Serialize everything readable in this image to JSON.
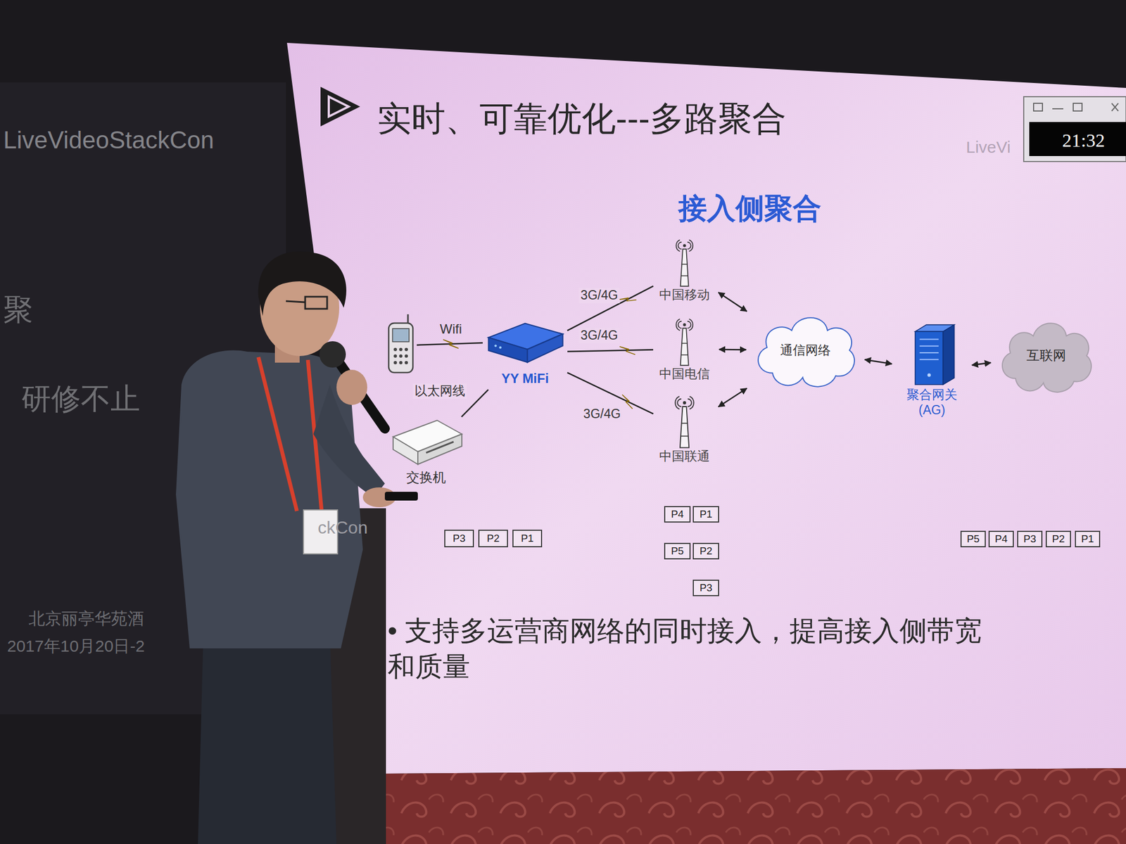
{
  "diagram": {
    "title": "实时、可靠优化---多路聚合",
    "nodes": [
      {
        "text": [
          "YY MiFi"
        ]
      },
      {
        "text": [
          "交换机"
        ]
      },
      {
        "text": [
          "中国移动"
        ]
      },
      {
        "text": [
          "中国电信"
        ]
      },
      {
        "text": [
          "中国联通"
        ]
      },
      {
        "text": [
          "通信网络"
        ]
      },
      {
        "text": [
          "聚合网关 (AG)"
        ]
      },
      {
        "text": [
          "互联网"
        ]
      },
      {
        "text": [
          "P3"
        ]
      },
      {
        "text": [
          "P2"
        ]
      },
      {
        "text": [
          "P1"
        ]
      },
      {
        "text": [
          "P4"
        ]
      },
      {
        "text": [
          "P1"
        ]
      },
      {
        "text": [
          "P5"
        ]
      },
      {
        "text": [
          "P2"
        ]
      },
      {
        "text": [
          "P3"
        ]
      },
      {
        "text": [
          "P5"
        ]
      },
      {
        "text": [
          "P4"
        ]
      },
      {
        "text": [
          "P3"
        ]
      },
      {
        "text": [
          "P2"
        ]
      },
      {
        "text": [
          "P1"
        ]
      }
    ],
    "edges": [
      {
        "from": 0,
        "to": 2,
        "label": "3G/4G",
        "arrow": "none"
      },
      {
        "from": 0,
        "to": 3,
        "label": "3G/4G",
        "arrow": "none"
      },
      {
        "from": 0,
        "to": 4,
        "label": "3G/4G",
        "arrow": "none"
      },
      {
        "from": 0,
        "to": 1,
        "label": "以太网线",
        "arrow": "none"
      },
      {
        "from": 2,
        "to": 5,
        "arrow": "both"
      },
      {
        "from": 3,
        "to": 5,
        "arrow": "both"
      },
      {
        "from": 4,
        "to": 5,
        "arrow": "both"
      },
      {
        "from": 5,
        "to": 6,
        "arrow": "both"
      },
      {
        "from": 6,
        "to": 7,
        "arrow": "both"
      }
    ],
    "labels": [
      "接入侧聚合",
      "Wifi",
      "• 支持多运营商网络的同时接入，提高接入侧带宽和质量",
      "LiveVideoStackCon",
      "聚",
      "研修不止",
      "北京丽亭华苑酒",
      "2017年10月20日-2",
      "ckCon",
      "LiveVi",
      "21:32"
    ]
  }
}
